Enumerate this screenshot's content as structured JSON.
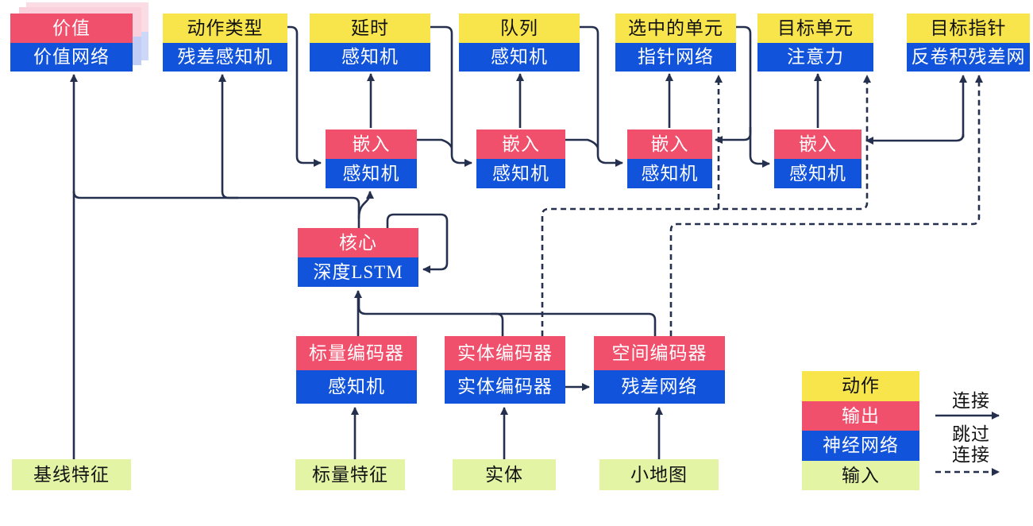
{
  "nodes": {
    "value": {
      "top": "价值",
      "bottom": "价值网络"
    },
    "action_type": {
      "top": "动作类型",
      "bottom": "残差感知机"
    },
    "delay": {
      "top": "延时",
      "bottom": "感知机"
    },
    "queue": {
      "top": "队列",
      "bottom": "感知机"
    },
    "selected_units": {
      "top": "选中的单元",
      "bottom": "指针网络"
    },
    "target_unit": {
      "top": "目标单元",
      "bottom": "注意力"
    },
    "target_pointer": {
      "top": "目标指针",
      "bottom": "反卷积残差网"
    },
    "embed1": {
      "top": "嵌入",
      "bottom": "感知机"
    },
    "embed2": {
      "top": "嵌入",
      "bottom": "感知机"
    },
    "embed3": {
      "top": "嵌入",
      "bottom": "感知机"
    },
    "embed4": {
      "top": "嵌入",
      "bottom": "感知机"
    },
    "core": {
      "top": "核心",
      "bottom": "深度LSTM"
    },
    "scalar_encoder": {
      "top": "标量编码器",
      "bottom": "感知机"
    },
    "entity_encoder": {
      "top": "实体编码器",
      "bottom": "实体编码器"
    },
    "spatial_encoder": {
      "top": "空间编码器",
      "bottom": "残差网络"
    },
    "baseline_features": {
      "label": "基线特征"
    },
    "scalar_features": {
      "label": "标量特征"
    },
    "entities": {
      "label": "实体"
    },
    "minimap": {
      "label": "小地图"
    }
  },
  "legend": {
    "action": "动作",
    "output": "输出",
    "neural_network": "神经网络",
    "input": "输入",
    "connection": "连接",
    "skip_connection_line1": "跳过",
    "skip_connection_line2": "连接"
  },
  "colors": {
    "action_yellow": "#F8E54B",
    "output_pink": "#F0506C",
    "network_blue": "#1153DB",
    "input_green": "#E3F5A5",
    "wire_navy": "#25304E",
    "stack_shadow_pink": "#FAD0DD",
    "stack_shadow_blue": "#C0CDF4"
  }
}
